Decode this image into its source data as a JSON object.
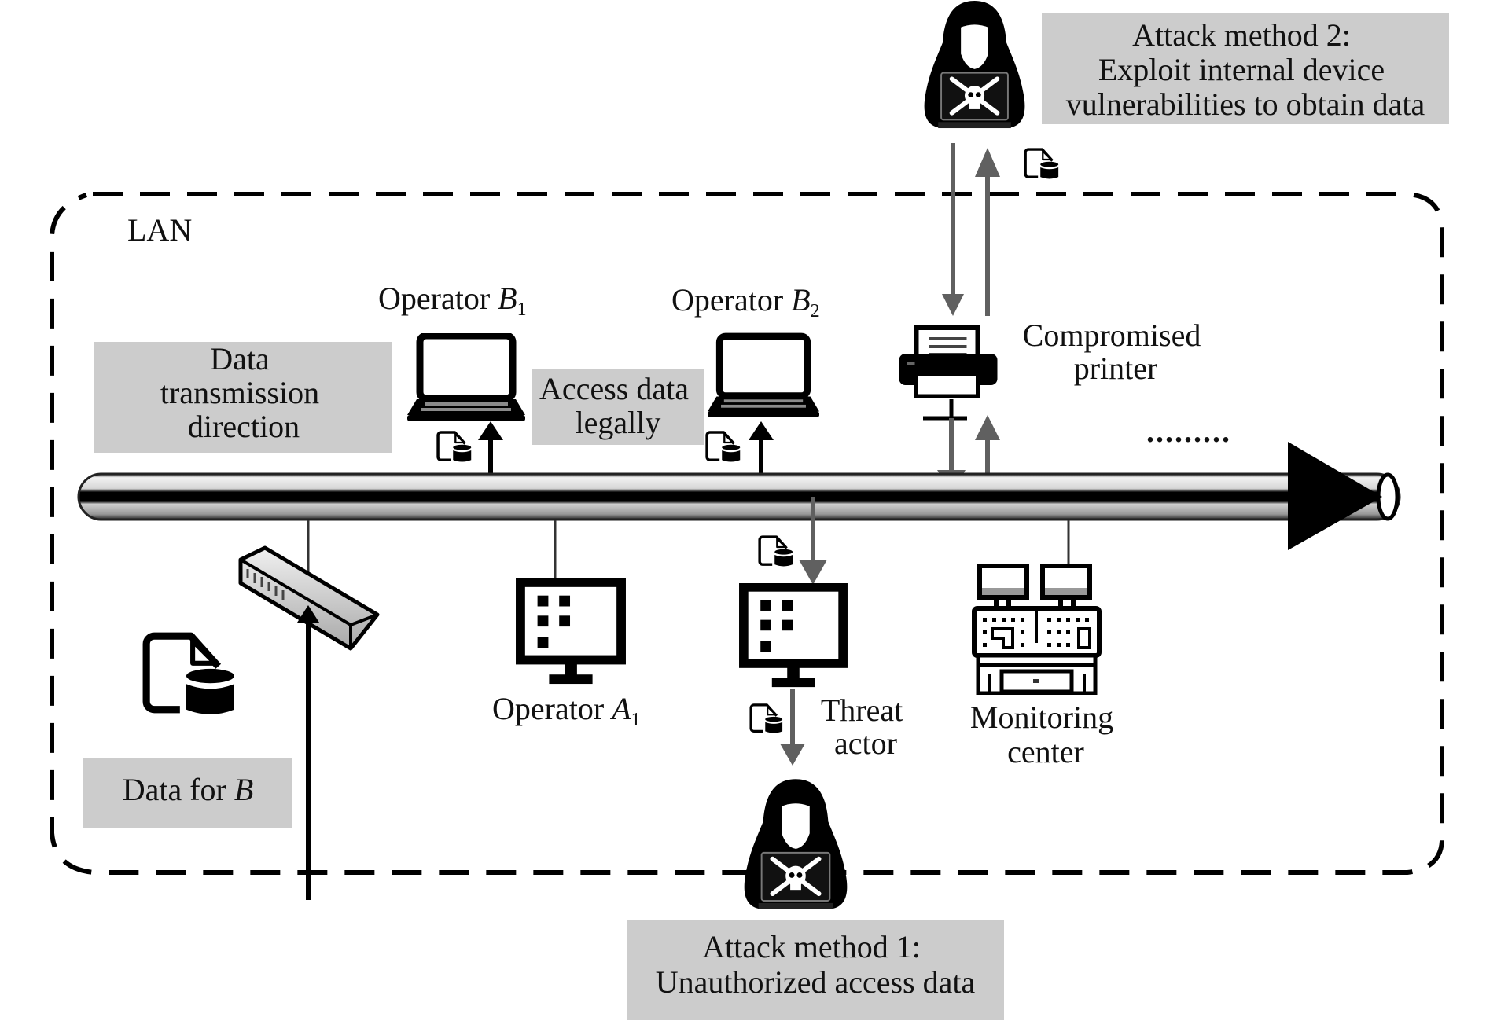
{
  "diagram": {
    "type": "network-attack-scenario",
    "zone_label": "LAN",
    "colors": {
      "box_fill": "#cccccc",
      "legal_arrow": "#000000",
      "attack_arrow": "#606060",
      "pipe_core": "#000000",
      "pipe_highlight": "#e6e6e6"
    },
    "legend": {
      "data_direction": [
        "Data",
        "transmission",
        "direction"
      ],
      "data_for_b": {
        "text": "Data for ",
        "italic": "B"
      },
      "access_legally": [
        "Access data",
        "legally"
      ]
    },
    "nodes": {
      "operator_b1": {
        "label": "Operator ",
        "italic": "B",
        "sub": "1",
        "icon": "laptop-icon"
      },
      "operator_b2": {
        "label": "Operator ",
        "italic": "B",
        "sub": "2",
        "icon": "laptop-icon"
      },
      "operator_a1": {
        "label": "Operator ",
        "italic": "A",
        "sub": "1",
        "icon": "desktop-monitor-icon"
      },
      "threat_actor": {
        "label": [
          "Threat",
          "actor"
        ],
        "icon": "desktop-monitor-icon"
      },
      "printer": {
        "label": [
          "Compromised",
          "printer"
        ],
        "icon": "printer-icon"
      },
      "monitoring": {
        "label": [
          "Monitoring",
          "center"
        ],
        "icon": "control-console-icon"
      },
      "switch": {
        "icon": "network-switch-icon"
      },
      "data_source": {
        "icon": "document-database-icon"
      }
    },
    "continuation": ".........",
    "attacks": {
      "method_1": [
        "Attack method 1:",
        "Unauthorized access data"
      ],
      "method_2": [
        "Attack method 2:",
        "Exploit internal device",
        "vulnerabilities to obtain data"
      ]
    }
  }
}
